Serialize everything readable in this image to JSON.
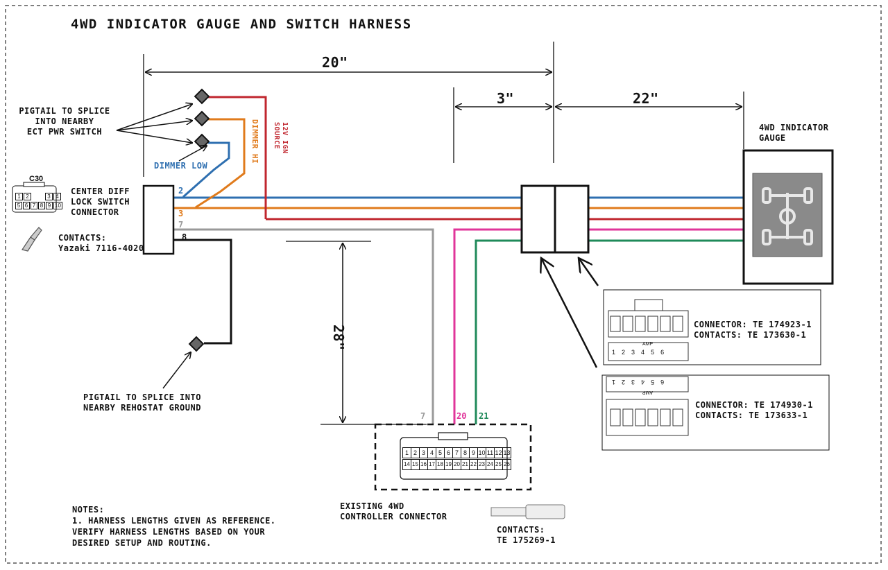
{
  "title": "4WD INDICATOR GAUGE AND SWITCH HARNESS",
  "dimensions": {
    "top_total": "20\"",
    "short": "3\"",
    "right": "22\"",
    "vertical": "28\""
  },
  "pigtail_top": [
    "PIGTAIL TO SPLICE",
    "INTO NEARBY",
    "ECT PWR SWITCH"
  ],
  "pigtail_bottom": [
    "PIGTAIL TO SPLICE INTO",
    "NEARBY REHOSTAT GROUND"
  ],
  "wire_labels": {
    "ign": [
      "12V IGN",
      "SOURCE"
    ],
    "dimmer_hi": "DIMMER HI",
    "dimmer_low": "DIMMER LOW"
  },
  "center_diff": {
    "connector_id": "C30",
    "label": [
      "CENTER DIFF",
      "LOCK SWITCH",
      "CONNECTOR"
    ],
    "contacts": [
      "CONTACTS:",
      "Yazaki 7116-4020"
    ],
    "pins": [
      "2",
      "3",
      "7",
      "8"
    ],
    "connector_pins_top": [
      "1",
      "2",
      "3",
      "4"
    ],
    "connector_pins_bottom": [
      "5",
      "6",
      "7",
      "8",
      "9",
      "10"
    ]
  },
  "gauge": {
    "label": [
      "4WD INDICATOR",
      "GAUGE"
    ]
  },
  "connector_a": {
    "lines": [
      "CONNECTOR: TE 174923-1",
      "CONTACTS: TE 173630-1"
    ],
    "pins": [
      "1",
      "2",
      "3",
      "4",
      "5",
      "6"
    ],
    "tag": "AMP"
  },
  "connector_b": {
    "lines": [
      "CONNECTOR: TE 174930-1",
      "CONTACTS: TE 173633-1"
    ],
    "pins": [
      "6",
      "5",
      "4",
      "3",
      "2",
      "1"
    ],
    "tag": "AMP"
  },
  "controller": {
    "pins": [
      "7",
      "20",
      "21"
    ],
    "label": [
      "EXISTING 4WD",
      "CONTROLLER CONNECTOR"
    ],
    "contacts": [
      "CONTACTS:",
      "TE 175269-1"
    ],
    "row1": [
      "1",
      "2",
      "3",
      "4",
      "5",
      "6",
      "7",
      "8",
      "9",
      "10",
      "11",
      "12",
      "13"
    ],
    "row2": [
      "14",
      "15",
      "16",
      "17",
      "18",
      "19",
      "20",
      "21",
      "22",
      "23",
      "24",
      "25",
      "26"
    ]
  },
  "notes": [
    "NOTES:",
    "1. HARNESS LENGTHS GIVEN AS REFERENCE.",
    "VERIFY HARNESS LENGTHS BASED ON YOUR",
    "DESIRED SETUP AND ROUTING."
  ],
  "colors": {
    "blue": "#2e6fb0",
    "orange": "#e07b1c",
    "red": "#c0262e",
    "gray": "#999999",
    "black": "#111111",
    "pink": "#e0359a",
    "green": "#1f8a5a"
  }
}
